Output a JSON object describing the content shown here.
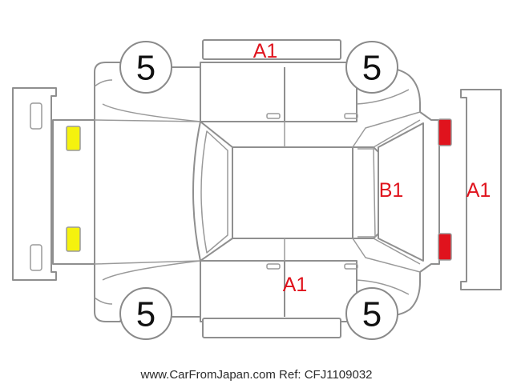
{
  "tires": {
    "front_left": "5",
    "front_right": "5",
    "rear_left": "5",
    "rear_right": "5"
  },
  "damage_labels": {
    "top_door_panel": "A1",
    "bottom_door_panel": "A1",
    "rear_window": "B1",
    "rear_bumper": "A1"
  },
  "colors": {
    "front_lights": "#f5f20e",
    "rear_lights": "#e0131d",
    "damage_text": "#e0131d",
    "outline": "#8f8f8f"
  },
  "watermark": "www.CarFromJapan.com Ref: CFJ1109032"
}
